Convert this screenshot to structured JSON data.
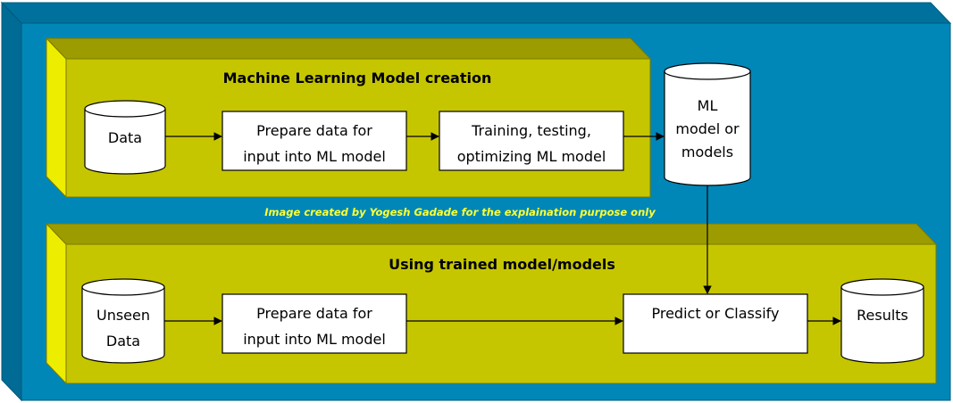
{
  "colors": {
    "outer_face": "#0087b8",
    "outer_side": "#006b94",
    "outer_top": "#00719c",
    "panel_face": "#c6c600",
    "panel_top": "#9c9c00",
    "panel_side": "#eded00",
    "caption": "#ffff33"
  },
  "panel_top": {
    "title": "Machine Learning Model creation",
    "data": "Data",
    "prepare": [
      "Prepare data for",
      "input into ML model"
    ],
    "training": [
      "Training, testing,",
      "optimizing ML model"
    ]
  },
  "model_store": [
    "ML",
    "model or",
    "models"
  ],
  "caption": "Image created by Yogesh Gadade for the explaination purpose only",
  "panel_bottom": {
    "title": "Using trained model/models",
    "unseen": [
      "Unseen",
      "Data"
    ],
    "prepare": [
      "Prepare data for",
      "input into ML model"
    ],
    "predict": "Predict or Classify",
    "results": "Results"
  }
}
